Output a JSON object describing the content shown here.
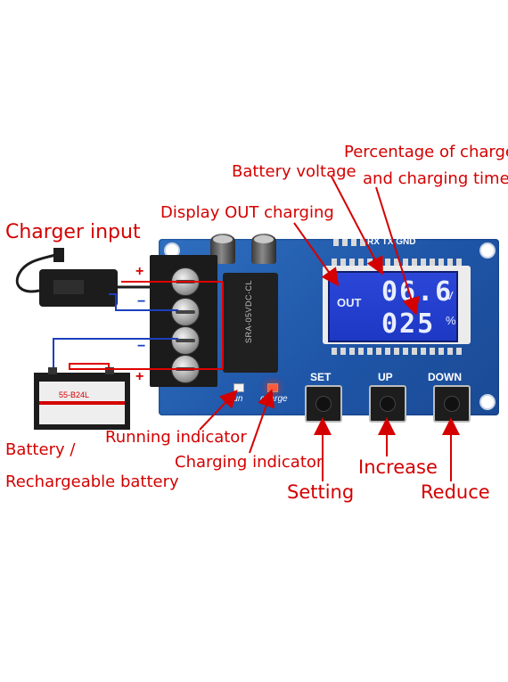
{
  "labels": {
    "charger_input": "Charger input",
    "battery_voltage": "Battery voltage",
    "percentage_line1": "Percentage of charge",
    "percentage_line2": "and charging time",
    "display_out": "Display OUT charging",
    "running_indicator": "Running indicator",
    "charging_indicator": "Charging indicator",
    "battery_line1": "Battery /",
    "battery_line2": "Rechargeable battery",
    "setting": "Setting",
    "increase": "Increase",
    "reduce": "Reduce"
  },
  "board": {
    "header_text": "RX TX GND",
    "relay_text": "SRA-05VDC-CL",
    "run_text": "run",
    "charge_text": "charge",
    "set_label": "SET",
    "up_label": "UP",
    "down_label": "DOWN"
  },
  "lcd": {
    "out_text": "OUT",
    "voltage_value": "06.6",
    "voltage_unit": "V",
    "percent_value": "025",
    "percent_unit": "%"
  },
  "battery": {
    "model_text": "55-B24L"
  },
  "terminal_signs": {
    "plus": "+",
    "minus": "−"
  },
  "colors": {
    "annotation": "#d40000",
    "board": "#1f56a8",
    "lcd": "#1d38c4",
    "wire_red": "#e00000",
    "wire_blue": "#1b3fbf"
  }
}
